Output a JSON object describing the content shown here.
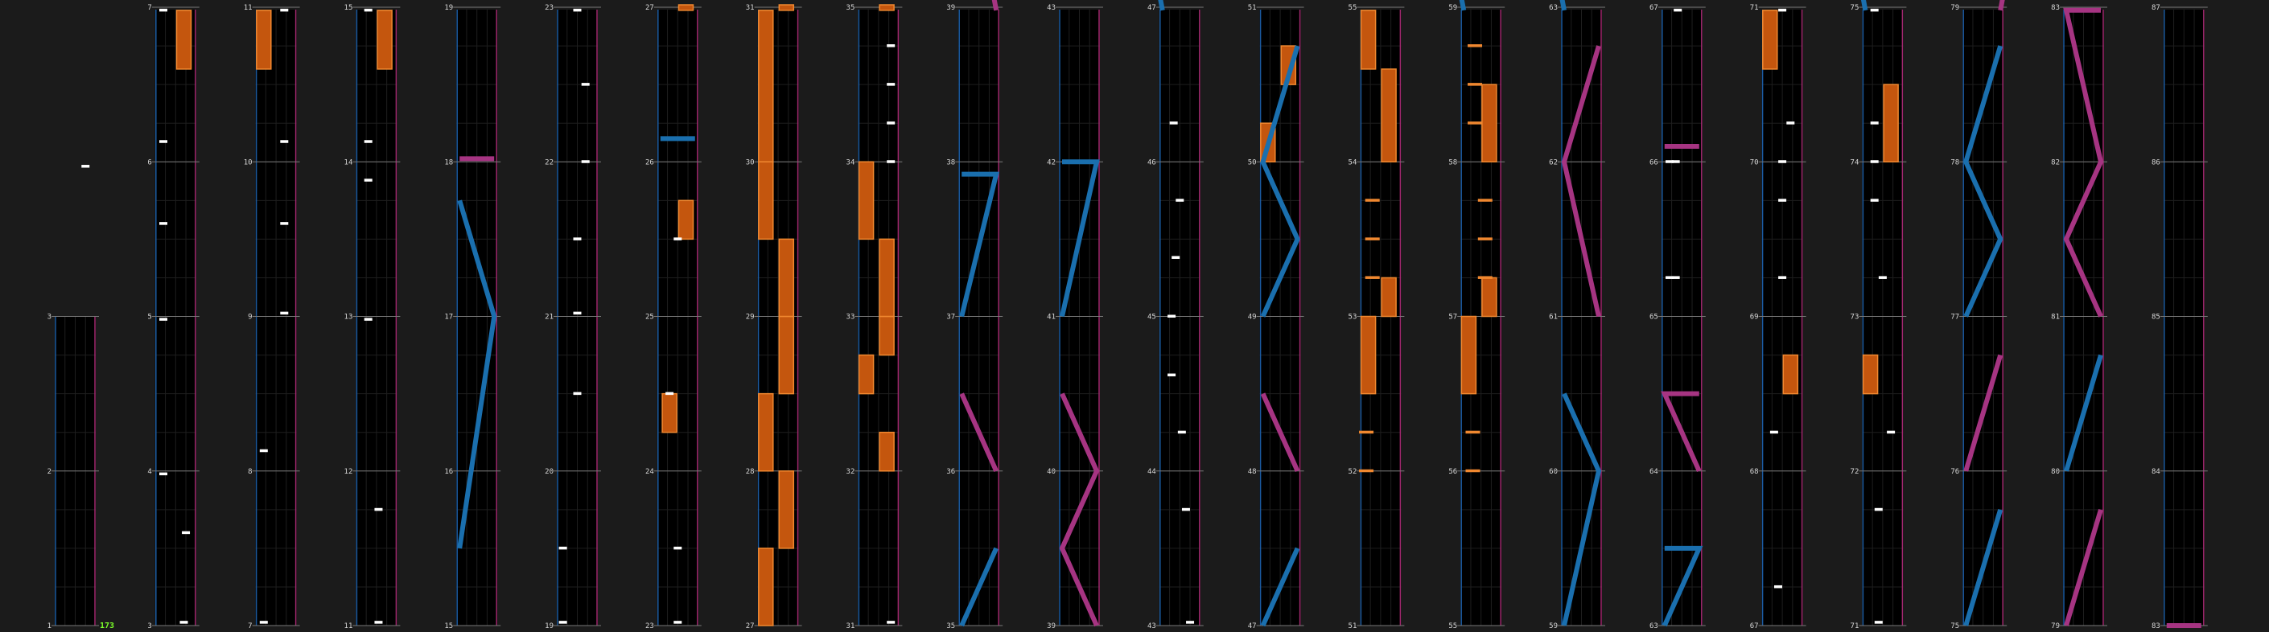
{
  "theme": {
    "background": "#1b1b1b",
    "lane_bg": "#000000",
    "grid": "#1e1e1e",
    "measure_line": "#7a7a7a",
    "left_border": "#1b5aa0",
    "right_border": "#a0286e",
    "tap_note": "#ffffff",
    "hold_body": "#c4560e",
    "hold_edge": "#f08830",
    "slide_blue": "#1a6fae",
    "slide_pink": "#a63482",
    "combo_color": "#7cff2a"
  },
  "combo_label": "173",
  "column_labels": [
    [
      "1",
      "2",
      "3"
    ],
    [
      "3",
      "4",
      "5",
      "6",
      "7"
    ],
    [
      "7",
      "8",
      "9",
      "10",
      "11"
    ],
    [
      "11",
      "12",
      "13",
      "14",
      "15"
    ],
    [
      "15",
      "16",
      "17",
      "18",
      "19"
    ],
    [
      "19",
      "20",
      "21",
      "22",
      "23"
    ],
    [
      "23",
      "24",
      "25",
      "26",
      "27"
    ],
    [
      "27",
      "28",
      "29",
      "30",
      "31"
    ],
    [
      "31",
      "32",
      "33",
      "34",
      "35"
    ],
    [
      "35",
      "36",
      "37",
      "38",
      "39"
    ],
    [
      "39",
      "40",
      "41",
      "42",
      "43"
    ],
    [
      "43",
      "44",
      "45",
      "46",
      "47"
    ],
    [
      "47",
      "48",
      "49",
      "50",
      "51"
    ],
    [
      "51",
      "52",
      "53",
      "54",
      "55"
    ],
    [
      "55",
      "56",
      "57",
      "58",
      "59"
    ],
    [
      "59",
      "60",
      "61",
      "62",
      "63"
    ],
    [
      "63",
      "64",
      "65",
      "66",
      "67"
    ],
    [
      "67",
      "68",
      "69",
      "70",
      "71"
    ],
    [
      "71",
      "72",
      "73",
      "74",
      "75"
    ],
    [
      "75",
      "76",
      "77",
      "78",
      "79"
    ],
    [
      "79",
      "80",
      "81",
      "82",
      "83"
    ],
    [
      "83",
      "84",
      "85",
      "86",
      "87"
    ]
  ],
  "notes": {
    "taps": [
      [
        0,
        2.97,
        0.75
      ],
      [
        1,
        0.02,
        0.7
      ],
      [
        1,
        0.6,
        0.75
      ],
      [
        1,
        0.98,
        0.2
      ],
      [
        1,
        1.98,
        0.2
      ],
      [
        1,
        2.6,
        0.2
      ],
      [
        1,
        3.13,
        0.2
      ],
      [
        1,
        3.98,
        0.2
      ],
      [
        2,
        0.02,
        0.2
      ],
      [
        2,
        1.13,
        0.2
      ],
      [
        2,
        2.02,
        0.7
      ],
      [
        2,
        2.6,
        0.7
      ],
      [
        2,
        3.13,
        0.7
      ],
      [
        2,
        3.98,
        0.7
      ],
      [
        3,
        0.02,
        0.55
      ],
      [
        3,
        0.75,
        0.55
      ],
      [
        3,
        1.98,
        0.3
      ],
      [
        3,
        2.88,
        0.3
      ],
      [
        3,
        3.13,
        0.3
      ],
      [
        3,
        3.98,
        0.3
      ],
      [
        5,
        0.02,
        0.15
      ],
      [
        5,
        0.5,
        0.15
      ],
      [
        5,
        1.5,
        0.5
      ],
      [
        5,
        2.02,
        0.5
      ],
      [
        5,
        2.5,
        0.5
      ],
      [
        5,
        3.0,
        0.7
      ],
      [
        5,
        3.5,
        0.7
      ],
      [
        5,
        3.98,
        0.5
      ],
      [
        6,
        0.02,
        0.5
      ],
      [
        6,
        0.5,
        0.5
      ],
      [
        6,
        1.5,
        0.3
      ],
      [
        6,
        2.5,
        0.5
      ],
      [
        8,
        0.02,
        0.8
      ],
      [
        8,
        3.0,
        0.8
      ],
      [
        8,
        3.25,
        0.8
      ],
      [
        8,
        3.5,
        0.8
      ],
      [
        8,
        3.75,
        0.8
      ],
      [
        11,
        0.02,
        0.75
      ],
      [
        11,
        0.75,
        0.65
      ],
      [
        11,
        1.25,
        0.55
      ],
      [
        11,
        1.62,
        0.3
      ],
      [
        11,
        2.0,
        0.3
      ],
      [
        11,
        2.38,
        0.4
      ],
      [
        11,
        2.75,
        0.5
      ],
      [
        11,
        3.25,
        0.35
      ],
      [
        16,
        3.0,
        0.2
      ],
      [
        16,
        3.0,
        0.35
      ],
      [
        16,
        2.25,
        0.2
      ],
      [
        16,
        2.25,
        0.35
      ],
      [
        16,
        3.98,
        0.4
      ],
      [
        17,
        0.25,
        0.4
      ],
      [
        17,
        1.25,
        0.3
      ],
      [
        17,
        2.25,
        0.5
      ],
      [
        17,
        2.75,
        0.5
      ],
      [
        17,
        3.0,
        0.5
      ],
      [
        17,
        3.25,
        0.7
      ],
      [
        17,
        3.98,
        0.5
      ],
      [
        18,
        0.02,
        0.4
      ],
      [
        18,
        0.75,
        0.4
      ],
      [
        18,
        1.25,
        0.7
      ],
      [
        18,
        2.25,
        0.5
      ],
      [
        18,
        2.75,
        0.3
      ],
      [
        18,
        3.0,
        0.3
      ],
      [
        18,
        3.25,
        0.3
      ],
      [
        18,
        3.98,
        0.3
      ]
    ],
    "holds": [
      [
        1,
        3.6,
        3.98,
        0.7
      ],
      [
        2,
        3.6,
        3.98,
        0.2
      ],
      [
        3,
        3.6,
        3.98,
        0.7
      ],
      [
        6,
        1.25,
        1.5,
        0.3
      ],
      [
        6,
        2.5,
        2.75,
        0.7
      ],
      [
        6,
        3.98,
        4.1,
        0.7
      ],
      [
        7,
        0.0,
        0.5,
        0.2
      ],
      [
        7,
        0.5,
        1.0,
        0.7
      ],
      [
        7,
        1.0,
        1.5,
        0.2
      ],
      [
        7,
        1.5,
        2.0,
        0.7
      ],
      [
        7,
        2.0,
        2.5,
        0.7
      ],
      [
        7,
        2.5,
        3.0,
        0.2
      ],
      [
        7,
        3.0,
        3.98,
        0.2
      ],
      [
        7,
        3.98,
        4.1,
        0.7
      ],
      [
        8,
        1.0,
        1.25,
        0.7
      ],
      [
        8,
        1.5,
        1.75,
        0.2
      ],
      [
        8,
        1.75,
        2.0,
        0.7
      ],
      [
        8,
        2.0,
        2.5,
        0.7
      ],
      [
        8,
        2.5,
        3.0,
        0.2
      ],
      [
        8,
        3.98,
        4.1,
        0.7
      ],
      [
        12,
        3.0,
        3.25,
        0.2
      ],
      [
        12,
        3.5,
        3.75,
        0.7
      ],
      [
        13,
        3.6,
        3.98,
        0.2
      ],
      [
        13,
        3.0,
        3.6,
        0.7
      ],
      [
        13,
        1.5,
        2.0,
        0.2
      ],
      [
        13,
        2.0,
        2.25,
        0.7
      ],
      [
        14,
        3.0,
        3.5,
        0.7
      ],
      [
        14,
        2.0,
        2.25,
        0.7
      ],
      [
        14,
        1.5,
        2.0,
        0.2
      ],
      [
        17,
        3.6,
        3.98,
        0.2
      ],
      [
        17,
        1.5,
        1.75,
        0.7
      ],
      [
        18,
        3.0,
        3.5,
        0.7
      ],
      [
        18,
        1.5,
        1.75,
        0.2
      ]
    ],
    "marks": [
      [
        13,
        1.0,
        0.15
      ],
      [
        13,
        1.25,
        0.15
      ],
      [
        13,
        2.25,
        0.3
      ],
      [
        13,
        2.5,
        0.3
      ],
      [
        13,
        2.75,
        0.3
      ],
      [
        14,
        1.0,
        0.3
      ],
      [
        14,
        1.25,
        0.3
      ],
      [
        14,
        2.25,
        0.6
      ],
      [
        14,
        2.5,
        0.6
      ],
      [
        14,
        2.75,
        0.6
      ],
      [
        14,
        3.25,
        0.35
      ],
      [
        14,
        3.5,
        0.35
      ],
      [
        14,
        3.75,
        0.35
      ]
    ],
    "slides": [
      [
        "blue",
        [
          [
            4,
            0.5,
            0.0
          ],
          [
            4,
            2.0,
            1.0
          ],
          [
            4,
            2.75,
            0.0
          ]
        ]
      ],
      [
        "pink",
        [
          [
            4,
            3.02,
            0.0
          ],
          [
            4,
            3.02,
            1.0
          ]
        ]
      ],
      [
        "blue",
        [
          [
            6,
            3.15,
            0.0
          ],
          [
            6,
            3.15,
            1.0
          ]
        ]
      ],
      [
        "blue",
        [
          [
            9,
            0.0,
            0.0
          ],
          [
            9,
            0.5,
            1.0
          ]
        ]
      ],
      [
        "pink",
        [
          [
            9,
            1.0,
            1.0
          ],
          [
            9,
            1.5,
            0.0
          ]
        ]
      ],
      [
        "blue",
        [
          [
            9,
            2.0,
            0.0
          ],
          [
            9,
            2.92,
            1.0
          ],
          [
            9,
            2.92,
            0.0
          ]
        ]
      ],
      [
        "pink",
        [
          [
            9,
            3.98,
            1.0
          ],
          [
            9,
            4.1,
            0.9
          ]
        ]
      ],
      [
        "pink",
        [
          [
            10,
            0.0,
            1.0
          ],
          [
            10,
            0.5,
            0.0
          ],
          [
            10,
            1.0,
            1.0
          ],
          [
            10,
            1.5,
            0.0
          ]
        ]
      ],
      [
        "blue",
        [
          [
            10,
            2.0,
            0.0
          ],
          [
            10,
            3.0,
            1.0
          ],
          [
            10,
            3.0,
            0.0
          ]
        ]
      ],
      [
        "blue",
        [
          [
            11,
            3.98,
            0.0
          ],
          [
            11,
            4.1,
            -0.1
          ]
        ]
      ],
      [
        "blue",
        [
          [
            12,
            0.0,
            0.0
          ],
          [
            12,
            0.5,
            1.0
          ]
        ]
      ],
      [
        "pink",
        [
          [
            12,
            1.0,
            1.0
          ],
          [
            12,
            1.5,
            0.0
          ]
        ]
      ],
      [
        "blue",
        [
          [
            12,
            2.0,
            0.0
          ],
          [
            12,
            2.5,
            1.0
          ],
          [
            12,
            3.0,
            0.0
          ],
          [
            12,
            3.75,
            1.0
          ]
        ]
      ],
      [
        "blue",
        [
          [
            14,
            3.98,
            0.0
          ],
          [
            14,
            4.1,
            -0.1
          ]
        ]
      ],
      [
        "blue",
        [
          [
            15,
            0.0,
            0.0
          ],
          [
            15,
            1.0,
            1.0
          ],
          [
            15,
            1.5,
            0.0
          ]
        ]
      ],
      [
        "pink",
        [
          [
            15,
            2.0,
            1.0
          ],
          [
            15,
            3.0,
            0.0
          ],
          [
            15,
            3.75,
            1.0
          ]
        ]
      ],
      [
        "blue",
        [
          [
            15,
            3.98,
            0.0
          ],
          [
            15,
            4.1,
            -0.1
          ]
        ]
      ],
      [
        "blue",
        [
          [
            16,
            0.0,
            0.0
          ],
          [
            16,
            0.5,
            1.0
          ],
          [
            16,
            0.5,
            0.0
          ]
        ]
      ],
      [
        "pink",
        [
          [
            16,
            1.0,
            1.0
          ],
          [
            16,
            1.5,
            0.0
          ],
          [
            16,
            1.5,
            1.0
          ]
        ]
      ],
      [
        "pink",
        [
          [
            16,
            3.1,
            0.0
          ],
          [
            16,
            3.1,
            1.0
          ]
        ]
      ],
      [
        "blue",
        [
          [
            18,
            3.98,
            0.0
          ],
          [
            18,
            4.1,
            -0.1
          ]
        ]
      ],
      [
        "blue",
        [
          [
            19,
            0.0,
            0.0
          ],
          [
            19,
            0.75,
            1.0
          ]
        ]
      ],
      [
        "pink",
        [
          [
            19,
            1.0,
            0.0
          ],
          [
            19,
            1.75,
            1.0
          ]
        ]
      ],
      [
        "blue",
        [
          [
            19,
            2.0,
            0.0
          ],
          [
            19,
            2.5,
            1.0
          ],
          [
            19,
            3.0,
            0.0
          ],
          [
            19,
            3.75,
            1.0
          ]
        ]
      ],
      [
        "pink",
        [
          [
            19,
            3.98,
            1.0
          ],
          [
            19,
            4.1,
            1.1
          ]
        ]
      ],
      [
        "pink",
        [
          [
            20,
            0.0,
            0.0
          ],
          [
            20,
            0.75,
            1.0
          ]
        ]
      ],
      [
        "blue",
        [
          [
            20,
            1.0,
            0.0
          ],
          [
            20,
            1.75,
            1.0
          ]
        ]
      ],
      [
        "pink",
        [
          [
            20,
            2.0,
            1.0
          ],
          [
            20,
            2.5,
            0.0
          ],
          [
            20,
            3.0,
            1.0
          ],
          [
            20,
            3.98,
            0.0
          ],
          [
            20,
            3.98,
            1.0
          ]
        ]
      ],
      [
        "pink",
        [
          [
            21,
            0.0,
            0.0
          ],
          [
            21,
            0.0,
            1.0
          ]
        ]
      ]
    ]
  }
}
